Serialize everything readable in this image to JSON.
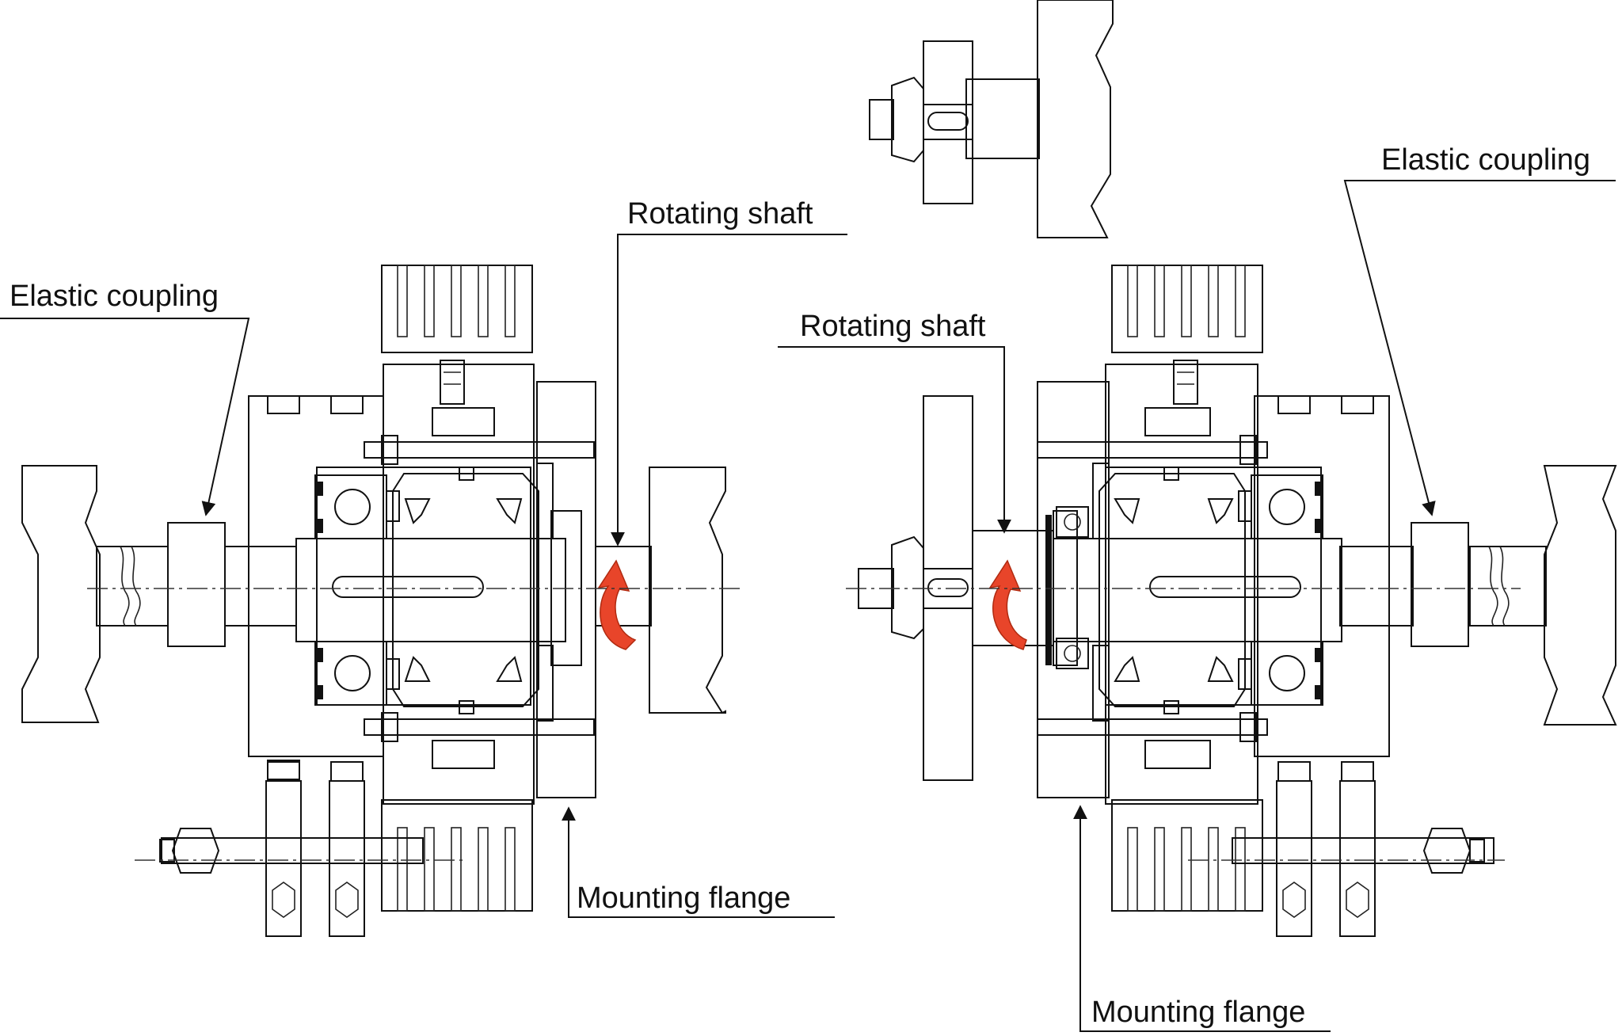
{
  "labels": {
    "elastic_coupling_left": "Elastic coupling",
    "rotating_shaft_left": "Rotating shaft",
    "mounting_flange_left": "Mounting flange",
    "elastic_coupling_right": "Elastic coupling",
    "rotating_shaft_right": "Rotating shaft",
    "mounting_flange_right": "Mounting flange"
  },
  "colors": {
    "orange_dark": "#e8690b",
    "orange_light": "#f39a62",
    "grey": "#d9d9d9",
    "red_arrow": "#e8452a",
    "line": "#111111"
  }
}
